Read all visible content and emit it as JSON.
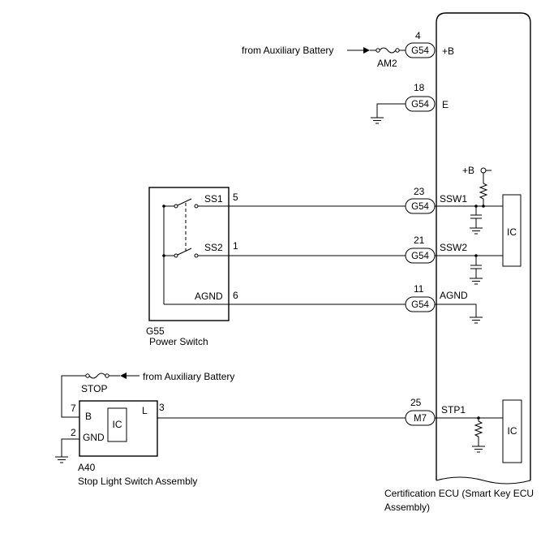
{
  "ecu": {
    "name_line1": "Certification ECU (Smart Key ECU",
    "name_line2": "Assembly)"
  },
  "connectors": {
    "g54_b": {
      "pin": "4",
      "code": "G54",
      "terminal": "+B"
    },
    "g54_e": {
      "pin": "18",
      "code": "G54",
      "terminal": "E"
    },
    "g54_ssw1": {
      "pin": "23",
      "code": "G54",
      "terminal": "SSW1"
    },
    "g54_ssw2": {
      "pin": "21",
      "code": "G54",
      "terminal": "SSW2"
    },
    "g54_agnd": {
      "pin": "11",
      "code": "G54",
      "terminal": "AGND"
    },
    "m7_stp1": {
      "pin": "25",
      "code": "M7",
      "terminal": "STP1"
    }
  },
  "fuses": {
    "am2": "AM2",
    "stop": "STOP"
  },
  "sources": {
    "aux_battery_top": "from Auxiliary Battery",
    "aux_battery_stop": "from Auxiliary Battery"
  },
  "ecu_internal": {
    "plus_b": "+B",
    "ic_upper": "IC",
    "ic_lower": "IC"
  },
  "power_switch": {
    "code": "G55",
    "name": "Power Switch",
    "ss1": "SS1",
    "ss1_pin": "5",
    "ss2": "SS2",
    "ss2_pin": "1",
    "agnd": "AGND",
    "agnd_pin": "6"
  },
  "stop_switch": {
    "code": "A40",
    "name": "Stop Light Switch Assembly",
    "b": "B",
    "b_pin": "7",
    "gnd": "GND",
    "gnd_pin": "2",
    "l": "L",
    "l_pin": "3",
    "ic": "IC"
  }
}
